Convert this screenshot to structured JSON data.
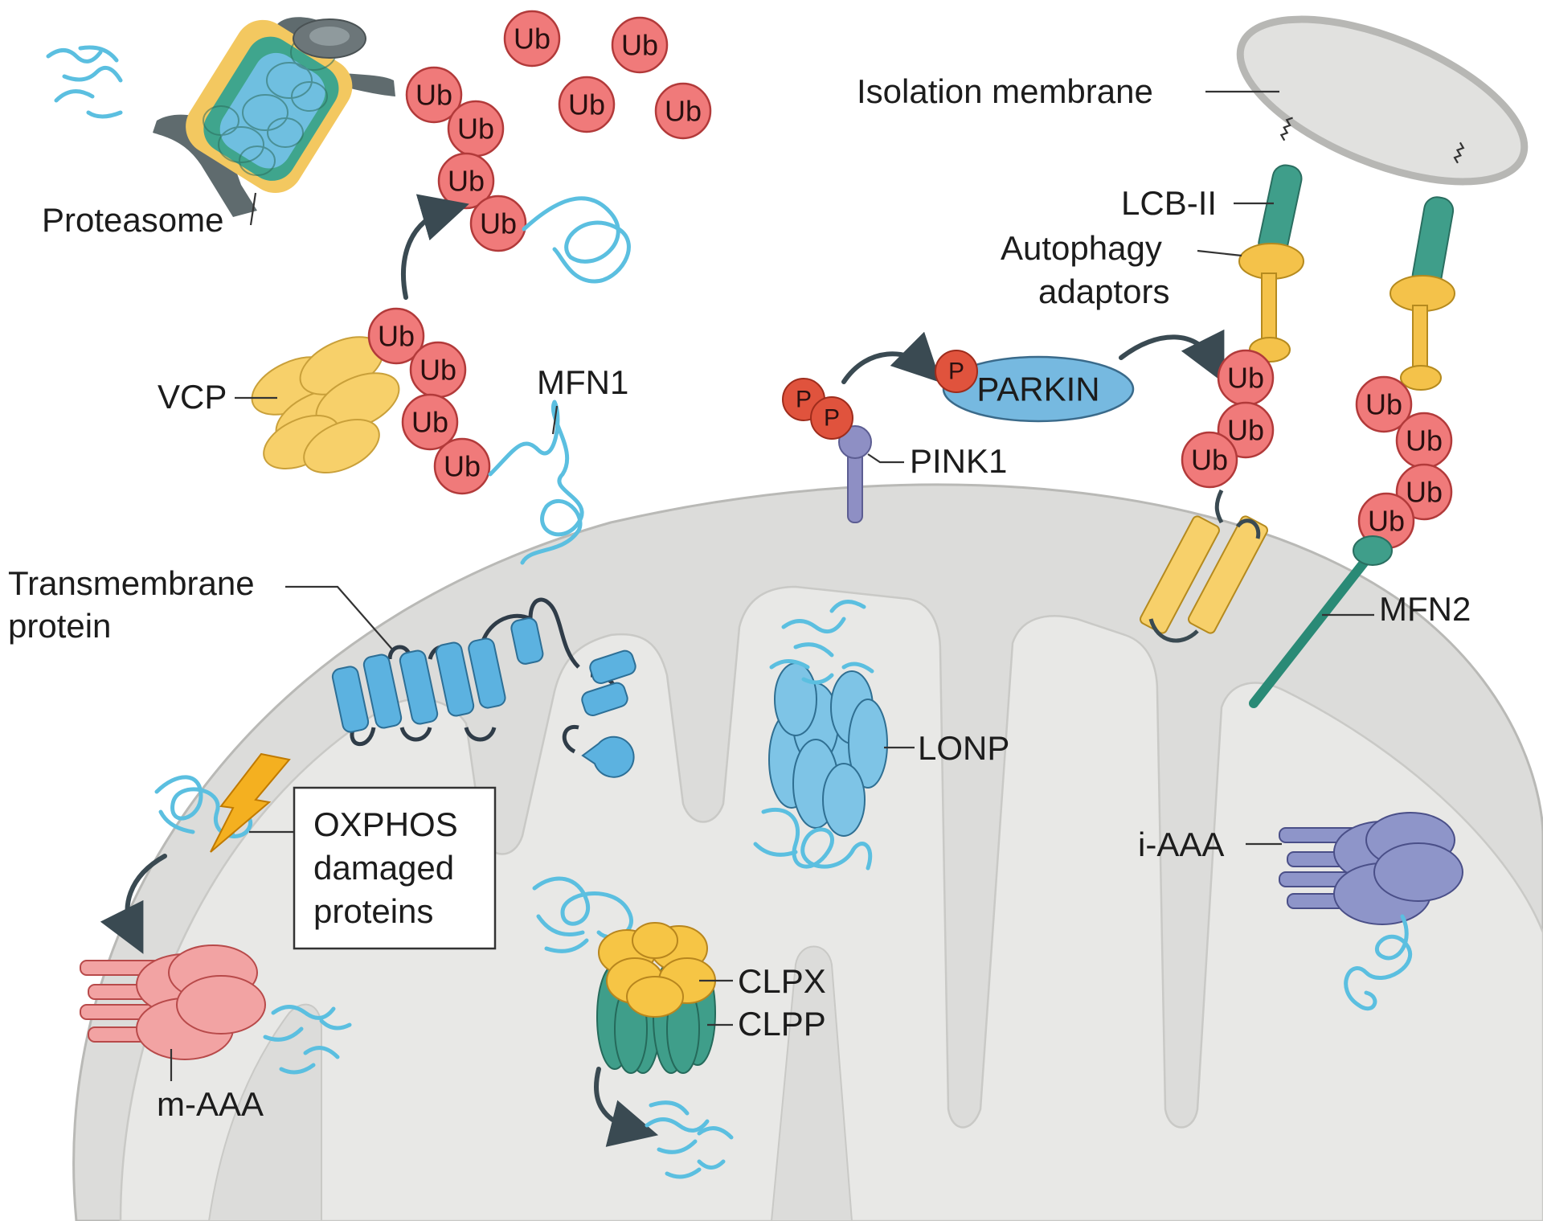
{
  "colors": {
    "ubiquitin": "#f07a7a",
    "unfolded_protein": "#5bbfe0",
    "mitochondrion": "#dcdcda",
    "matrix": "#e8e8e6",
    "membrane_edge": "#b9b9b6",
    "m_aaa": "#f2a3a3",
    "i_aaa": "#8e95c9",
    "clpx": "#f6c545",
    "clpp": "#3f9e8a",
    "lonp": "#7ec4e6",
    "vcp": "#f7d06a",
    "lc3": "#3f9e8a",
    "adaptor": "#f4c24a",
    "parkin": "#76b9e0",
    "phospho": "#e0533d",
    "pink1": "#8e8fc4"
  },
  "ubiquitin_label": "Ub",
  "phospho_label": "P",
  "labels": {
    "proteasome": "Proteasome",
    "vcp": "VCP",
    "mfn1": "MFN1",
    "isolation_membrane": "Isolation membrane",
    "lcb": "LCB-II",
    "autophagy_line1": "Autophagy",
    "autophagy_line2": "adaptors",
    "parkin": "PARKIN",
    "pink1": "PINK1",
    "transmembrane_line1": "Transmembrane",
    "transmembrane_line2": "protein",
    "lonp": "LONP",
    "oxphos_line1": "OXPHOS",
    "oxphos_line2": "damaged",
    "oxphos_line3": "proteins",
    "clpx": "CLPX",
    "clpp": "CLPP",
    "m_aaa": "m-AAA",
    "i_aaa": "i-AAA",
    "mfn2": "MFN2"
  }
}
